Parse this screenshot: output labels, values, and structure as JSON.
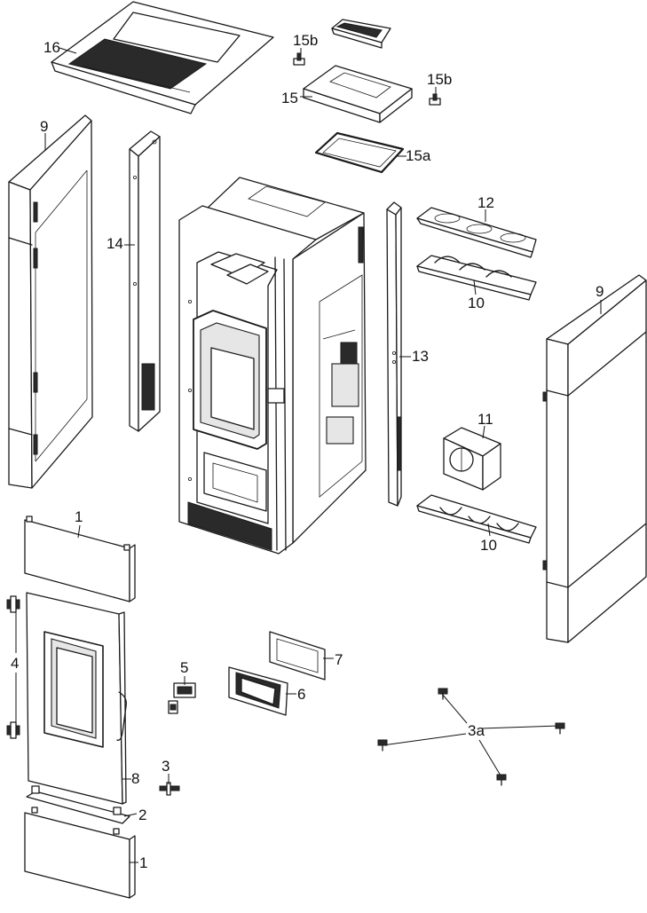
{
  "diagram": {
    "parts": [
      {
        "id": "p16",
        "label": "16"
      },
      {
        "id": "p15b1",
        "label": "15b"
      },
      {
        "id": "p15b2",
        "label": "15b"
      },
      {
        "id": "p15",
        "label": "15"
      },
      {
        "id": "p15a",
        "label": "15a"
      },
      {
        "id": "p9l",
        "label": "9"
      },
      {
        "id": "p14",
        "label": "14"
      },
      {
        "id": "p12",
        "label": "12"
      },
      {
        "id": "p10a",
        "label": "10"
      },
      {
        "id": "p9r",
        "label": "9"
      },
      {
        "id": "p13",
        "label": "13"
      },
      {
        "id": "p11",
        "label": "11"
      },
      {
        "id": "p10b",
        "label": "10"
      },
      {
        "id": "p1a",
        "label": "1"
      },
      {
        "id": "p4",
        "label": "4"
      },
      {
        "id": "p5",
        "label": "5"
      },
      {
        "id": "p7",
        "label": "7"
      },
      {
        "id": "p6",
        "label": "6"
      },
      {
        "id": "p8",
        "label": "8"
      },
      {
        "id": "p3",
        "label": "3"
      },
      {
        "id": "p3a",
        "label": "3a"
      },
      {
        "id": "p2",
        "label": "2"
      },
      {
        "id": "p1b",
        "label": "1"
      }
    ]
  }
}
